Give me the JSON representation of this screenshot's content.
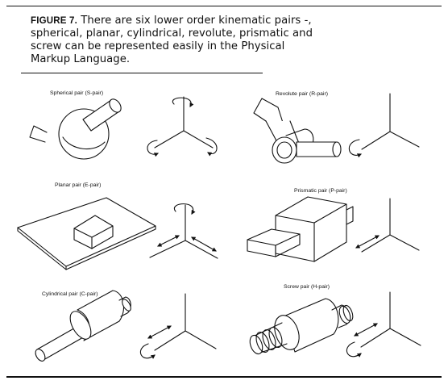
{
  "caption": {
    "figure_label": "FIGURE 7.",
    "text": "There are six lower order kinematic pairs -, spherical, planar, cylindrical, revolute, prismatic and screw can be represented easily in the Physical Markup Language."
  },
  "pairs": [
    {
      "label": "Spherical pair (S-pair)"
    },
    {
      "label": "Revolute pair (R-pair)"
    },
    {
      "label": "Planar pair (E-pair)"
    },
    {
      "label": "Prismatic pair (P-pair)"
    },
    {
      "label": "Cylindrical pair (C-pair)"
    },
    {
      "label": "Screw pair (H-pair)"
    }
  ]
}
